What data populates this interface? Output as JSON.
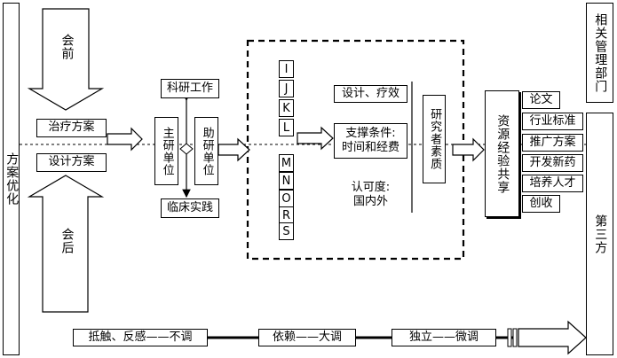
{
  "left_bar": "方案优化",
  "right_top_bar": "相关管理部门",
  "right_bottom_bar": "第三方",
  "top_arrow": "会前",
  "bottom_arrow": "会后",
  "plan_treatment": "治疗方案",
  "plan_design": "设计方案",
  "research_work": "科研工作",
  "clinical_practice": "临床实践",
  "main_unit": "主研单位",
  "assist_unit": "助研单位",
  "letters_top": [
    "I",
    "J",
    "K",
    "L"
  ],
  "letters_bottom": [
    "M",
    "N",
    "O",
    "R",
    "S"
  ],
  "design_efficacy": "设计、疗效",
  "support_conditions": "支撑条件:\n时间和经费",
  "recognition": "认可度:\n国内外",
  "researcher_quality": "研究者素质",
  "resource_sharing": "资源经验共享",
  "outputs": [
    "论文",
    "行业标准",
    "推广方案",
    "开发新药",
    "培养人才",
    "创收"
  ],
  "timeline": [
    "抵触、反感——不调",
    "依赖——大调",
    "独立——微调"
  ]
}
